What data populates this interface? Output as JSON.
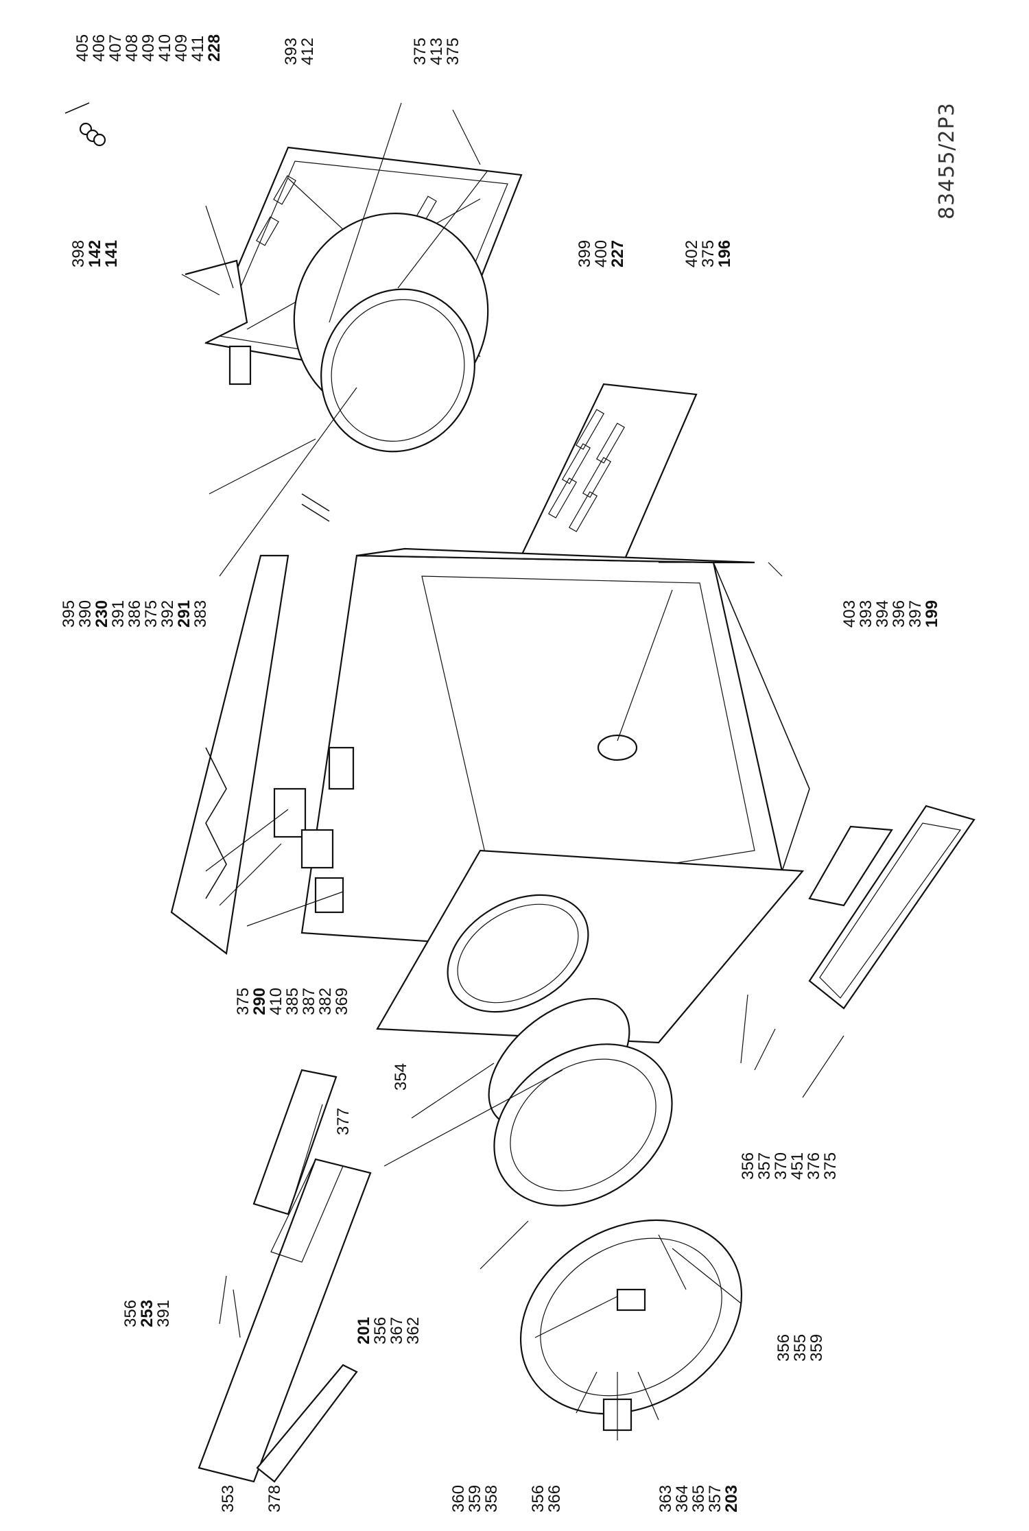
{
  "reference_code": "83455/2P3",
  "callouts": {
    "c405": {
      "text": "405",
      "bold": false
    },
    "c406": {
      "text": "406",
      "bold": false
    },
    "c407": {
      "text": "407",
      "bold": false
    },
    "c408": {
      "text": "408",
      "bold": false
    },
    "c409a": {
      "text": "409",
      "bold": false
    },
    "c410a": {
      "text": "410",
      "bold": false
    },
    "c409b": {
      "text": "409",
      "bold": false
    },
    "c411": {
      "text": "411",
      "bold": false
    },
    "c228": {
      "text": "228",
      "bold": true
    },
    "c393a": {
      "text": "393",
      "bold": false
    },
    "c412": {
      "text": "412",
      "bold": false
    },
    "c375a": {
      "text": "375",
      "bold": false
    },
    "c413": {
      "text": "413",
      "bold": false
    },
    "c375b": {
      "text": "375",
      "bold": false
    },
    "c398": {
      "text": "398",
      "bold": false
    },
    "c142": {
      "text": "142",
      "bold": true
    },
    "c141": {
      "text": "141",
      "bold": true
    },
    "c399": {
      "text": "399",
      "bold": false
    },
    "c400": {
      "text": "400",
      "bold": false
    },
    "c227": {
      "text": "227",
      "bold": true
    },
    "c402": {
      "text": "402",
      "bold": false
    },
    "c375c": {
      "text": "375",
      "bold": false
    },
    "c196": {
      "text": "196",
      "bold": true
    },
    "c395": {
      "text": "395",
      "bold": false
    },
    "c390": {
      "text": "390",
      "bold": false
    },
    "c230": {
      "text": "230",
      "bold": true
    },
    "c391a": {
      "text": "391",
      "bold": false
    },
    "c386": {
      "text": "386",
      "bold": false
    },
    "c375d": {
      "text": "375",
      "bold": false
    },
    "c392": {
      "text": "392",
      "bold": false
    },
    "c291": {
      "text": "291",
      "bold": true
    },
    "c383": {
      "text": "383",
      "bold": false
    },
    "c403": {
      "text": "403",
      "bold": false
    },
    "c393b": {
      "text": "393",
      "bold": false
    },
    "c394": {
      "text": "394",
      "bold": false
    },
    "c396": {
      "text": "396",
      "bold": false
    },
    "c397": {
      "text": "397",
      "bold": false
    },
    "c199": {
      "text": "199",
      "bold": true
    },
    "c375e": {
      "text": "375",
      "bold": false
    },
    "c290": {
      "text": "290",
      "bold": true
    },
    "c410b": {
      "text": "410",
      "bold": false
    },
    "c385": {
      "text": "385",
      "bold": false
    },
    "c387": {
      "text": "387",
      "bold": false
    },
    "c382": {
      "text": "382",
      "bold": false
    },
    "c369": {
      "text": "369",
      "bold": false
    },
    "c354": {
      "text": "354",
      "bold": false
    },
    "c377": {
      "text": "377",
      "bold": false
    },
    "c356a": {
      "text": "356",
      "bold": false
    },
    "c357a": {
      "text": "357",
      "bold": false
    },
    "c370": {
      "text": "370",
      "bold": false
    },
    "c451": {
      "text": "451",
      "bold": false
    },
    "c376": {
      "text": "376",
      "bold": false
    },
    "c375f": {
      "text": "375",
      "bold": false
    },
    "c356b": {
      "text": "356",
      "bold": false
    },
    "c253": {
      "text": "253",
      "bold": true
    },
    "c391b": {
      "text": "391",
      "bold": false
    },
    "c201": {
      "text": "201",
      "bold": true
    },
    "c356c": {
      "text": "356",
      "bold": false
    },
    "c367": {
      "text": "367",
      "bold": false
    },
    "c362": {
      "text": "362",
      "bold": false
    },
    "c356d": {
      "text": "356",
      "bold": false
    },
    "c355": {
      "text": "355",
      "bold": false
    },
    "c359a": {
      "text": "359",
      "bold": false
    },
    "c353": {
      "text": "353",
      "bold": false
    },
    "c378": {
      "text": "378",
      "bold": false
    },
    "c360": {
      "text": "360",
      "bold": false
    },
    "c359b": {
      "text": "359",
      "bold": false
    },
    "c358": {
      "text": "358",
      "bold": false
    },
    "c356e": {
      "text": "356",
      "bold": false
    },
    "c366": {
      "text": "366",
      "bold": false
    },
    "c363": {
      "text": "363",
      "bold": false
    },
    "c364": {
      "text": "364",
      "bold": false
    },
    "c365": {
      "text": "365",
      "bold": false
    },
    "c357b": {
      "text": "357",
      "bold": false
    },
    "c203": {
      "text": "203",
      "bold": true
    }
  }
}
